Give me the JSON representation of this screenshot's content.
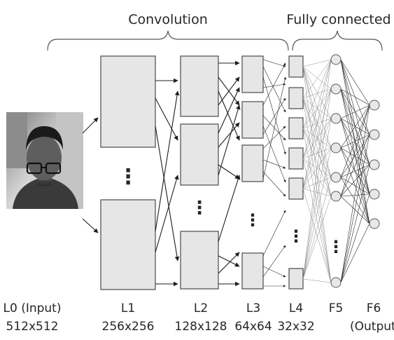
{
  "sections": {
    "convolution": "Convolution",
    "fully_connected": "Fully connected"
  },
  "layers": [
    {
      "id": "L0",
      "name": "L0 (Input)",
      "size": "512x512"
    },
    {
      "id": "L1",
      "name": "L1",
      "size": "256x256"
    },
    {
      "id": "L2",
      "name": "L2",
      "size": "128x128"
    },
    {
      "id": "L3",
      "name": "L3",
      "size": "64x64"
    },
    {
      "id": "L4",
      "name": "L4",
      "size": "32x32"
    },
    {
      "id": "F5",
      "name": "F5",
      "size": ""
    },
    {
      "id": "F6",
      "name": "F6",
      "size": "(Output"
    }
  ],
  "ellipsis": "⋮",
  "input_image": "face-photo"
}
